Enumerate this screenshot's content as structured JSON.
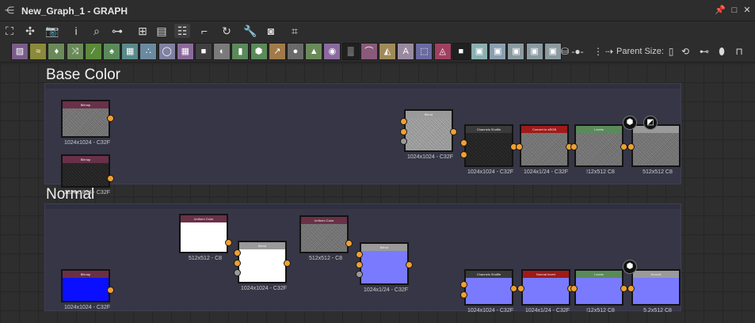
{
  "window": {
    "title": "New_Graph_1 - GRAPH"
  },
  "toolbar": {
    "parent_size_label": "Parent Size:",
    "filter_colors": [
      "#7a5c8a",
      "#8a8a3a",
      "#6a8a5a",
      "#6a8a5a",
      "#5a8a3a",
      "#5a8a5a",
      "#5a8a8a",
      "#6a8aa0",
      "#8080a0",
      "#8a6a9a",
      "#404040",
      "#7a7a7a",
      "#5a8a5a",
      "#5a8a5a",
      "#a07a4a",
      "#6a6a6a",
      "#6a8a5a",
      "#8a6aa0",
      "#202020",
      "#8a5a7a",
      "#a08a5a",
      "#9a8aa0",
      "#6a6aa0",
      "#a04060",
      "#202020",
      "#8ab0b0",
      "#8aa0b0",
      "#8a9aa0",
      "#8a9aa0",
      "#8a9aa0"
    ]
  },
  "frames": [
    {
      "title": "Base Color"
    },
    {
      "title": "Normal"
    }
  ],
  "nodes": {
    "bc_bitmap1": {
      "title": "Bitmap",
      "res": "1024x1024 - C32F",
      "head_color": "#6a3048"
    },
    "bc_bitmap2": {
      "title": "Bitmap",
      "res": "1024x1024 - C32F",
      "head_color": "#6a3048"
    },
    "bc_blend": {
      "title": "Blend",
      "res": "1024x1024 - C32F",
      "head_color": "#9a9a9a"
    },
    "bc_shuffle": {
      "title": "Channels Shuffle",
      "res": "1024x1024 - C32F",
      "head_color": "#3a3a3a"
    },
    "bc_convert": {
      "title": "Convert to sRGB",
      "res": "1024x1/24 - C32F",
      "head_color": "#a01a1a"
    },
    "bc_levels": {
      "title": "Levels",
      "res": "!12x512 C8",
      "head_color": "#5a8a5a"
    },
    "bc_out": {
      "title": "",
      "res": "512x512 C8",
      "head_color": "#9a9a9a"
    },
    "n_uc1": {
      "title": "Uniform Color",
      "res": "512x512 - C8",
      "head_color": "#6a3048"
    },
    "n_uc2": {
      "title": "Uniform Color",
      "res": "512x512 - C8",
      "head_color": "#6a3048"
    },
    "n_bitmap": {
      "title": "Bitmap",
      "res": "1024x1024 - C32F",
      "head_color": "#6a3048"
    },
    "n_blend1": {
      "title": "Blend",
      "res": "1024x1024 - C32F",
      "head_color": "#9a9a9a"
    },
    "n_blend2": {
      "title": "Blend",
      "res": "1024x1/24 - C32F",
      "head_color": "#9a9a9a"
    },
    "n_shuffle": {
      "title": "Channels Shuffle",
      "res": "1024x1024 - C32F",
      "head_color": "#3a3a3a"
    },
    "n_convert": {
      "title": "Normal Invert",
      "res": "1024x1/24 - C32F",
      "head_color": "#a01a1a"
    },
    "n_levels": {
      "title": "Levels",
      "res": "!12x512 C8",
      "head_color": "#5a8a5a"
    },
    "n_out": {
      "title": "Normal",
      "res": "5.2x512 C8",
      "head_color": "#9a9a9a"
    }
  },
  "colors": {
    "wire": "#f0a030",
    "frame": "#363646",
    "normal_blue": "#7a7aff",
    "bitmap_blue": "#0a10ff"
  }
}
